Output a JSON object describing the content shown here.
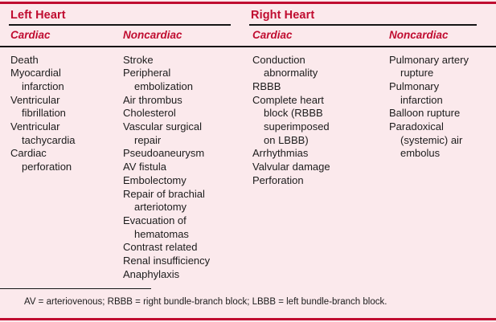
{
  "colors": {
    "background": "#fbe9ec",
    "accent": "#c00c30",
    "text": "#1c1c1c"
  },
  "left": {
    "title": "Left Heart",
    "columns": [
      {
        "header": "Cardiac",
        "items": [
          "Death",
          "Myocardial\ninfarction",
          "Ventricular\nfibrillation",
          "Ventricular\ntachycardia",
          "Cardiac\nperforation"
        ]
      },
      {
        "header": "Noncardiac",
        "items": [
          "Stroke",
          "Peripheral\nembolization",
          "Air thrombus",
          "Cholesterol",
          "Vascular surgical\nrepair",
          "Pseudoaneurysm",
          "AV fistula",
          "Embolectomy",
          "Repair of brachial\narteriotomy",
          "Evacuation of\nhematomas",
          "Contrast related",
          "Renal insufficiency",
          "Anaphylaxis"
        ]
      }
    ]
  },
  "right": {
    "title": "Right Heart",
    "columns": [
      {
        "header": "Cardiac",
        "items": [
          "Conduction\nabnormality",
          "RBBB",
          "Complete heart\nblock (RBBB\nsuperimposed\non LBBB)",
          "Arrhythmias",
          "Valvular damage",
          "Perforation"
        ]
      },
      {
        "header": "Noncardiac",
        "items": [
          "Pulmonary artery\nrupture",
          "Pulmonary\ninfarction",
          "Balloon rupture",
          "Paradoxical\n(systemic) air\nembolus"
        ]
      }
    ]
  },
  "footnote": "AV = arteriovenous; RBBB = right bundle-branch block; LBBB = left bundle-branch block."
}
